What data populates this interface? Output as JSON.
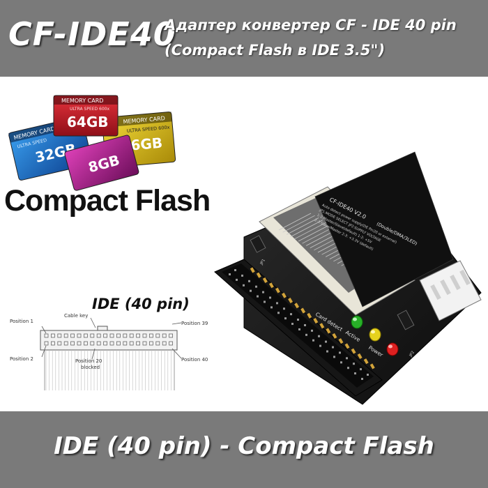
{
  "header": {
    "brand": "CF-IDE40",
    "subtitle_line1": "Адаптер конвертер CF - IDE 40 pin",
    "subtitle_line2": "(Compact Flash в IDE 3.5\")"
  },
  "cards": [
    {
      "label": "MEMORY CARD",
      "capacity": "64GB",
      "speed": "ULTRA SPEED 600x",
      "color": "#c8202c"
    },
    {
      "label": "MEMORY CARD",
      "capacity": "16GB",
      "speed": "ULTRA SPEED 600x",
      "color": "#e8c41c"
    },
    {
      "label": "MEMORY CARD",
      "capacity": "32GB",
      "speed": "ULTRA SPEED",
      "color": "#1f73c4"
    },
    {
      "label": "",
      "capacity": "8GB",
      "speed": "",
      "color": "#b3208e"
    }
  ],
  "cf_logo": "Compact Flash",
  "ide_diagram": {
    "title": "IDE (40 pin)",
    "cable_key": "Cable key",
    "position1": "Position 1",
    "position2": "Position 2",
    "position39": "Position 39",
    "position40": "Position 40",
    "position20_line1": "Position 20",
    "position20_line2": "blocked"
  },
  "board": {
    "model": "CF-IDE40  V2.0",
    "note": "(Double/DMA/3LED)",
    "line1": "Auto detect power supply(DE Pin20 or external)",
    "line2": "JP1:MODE     SELECT  JP2:SUPPLY VOLTAGE",
    "line3": "1-2:Master/Slave(default)    1-2: +5V",
    "line4": "2-3:Slave/Master    2-3: +3.3V (default)",
    "led_labels": [
      "Card detect",
      "Active",
      "Power"
    ],
    "led_colors": [
      "#28b028",
      "#e6d21e",
      "#dd2020"
    ],
    "jp1": "JP1",
    "jp2": "JP2"
  },
  "footer": {
    "title": "IDE (40 pin) - Compact Flash"
  }
}
